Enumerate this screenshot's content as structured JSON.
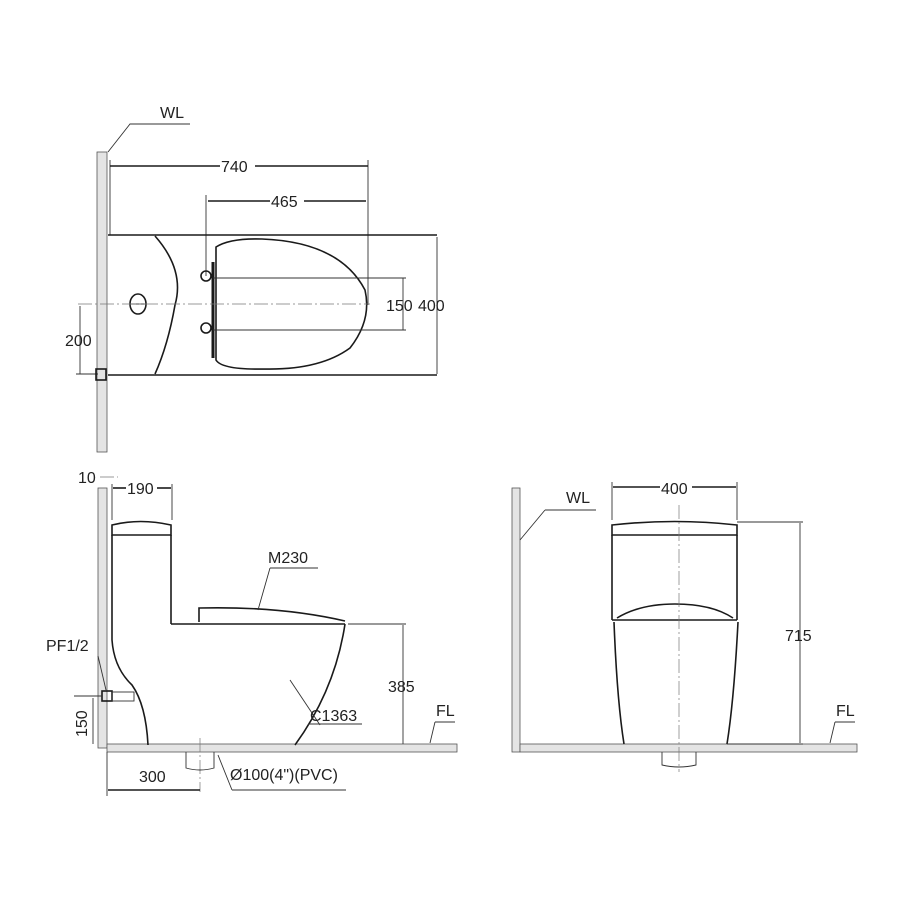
{
  "top_view": {
    "wall_label": "WL",
    "dim_length": "740",
    "dim_seat_to_front": "465",
    "dim_hinge_spacing": "150",
    "dim_width": "400",
    "dim_supply_offset": "200"
  },
  "side_view": {
    "dim_wall_gap": "10",
    "dim_tank_depth": "190",
    "seat_model": "M230",
    "supply_label": "PF1/2",
    "dim_supply_height": "150",
    "dim_seat_height": "385",
    "bowl_model": "C1363",
    "floor_label": "FL",
    "dim_rough_in": "300",
    "drain_label": "Ø100(4\")(PVC)"
  },
  "front_view": {
    "wall_label": "WL",
    "dim_width": "400",
    "dim_height": "715",
    "floor_label": "FL"
  }
}
